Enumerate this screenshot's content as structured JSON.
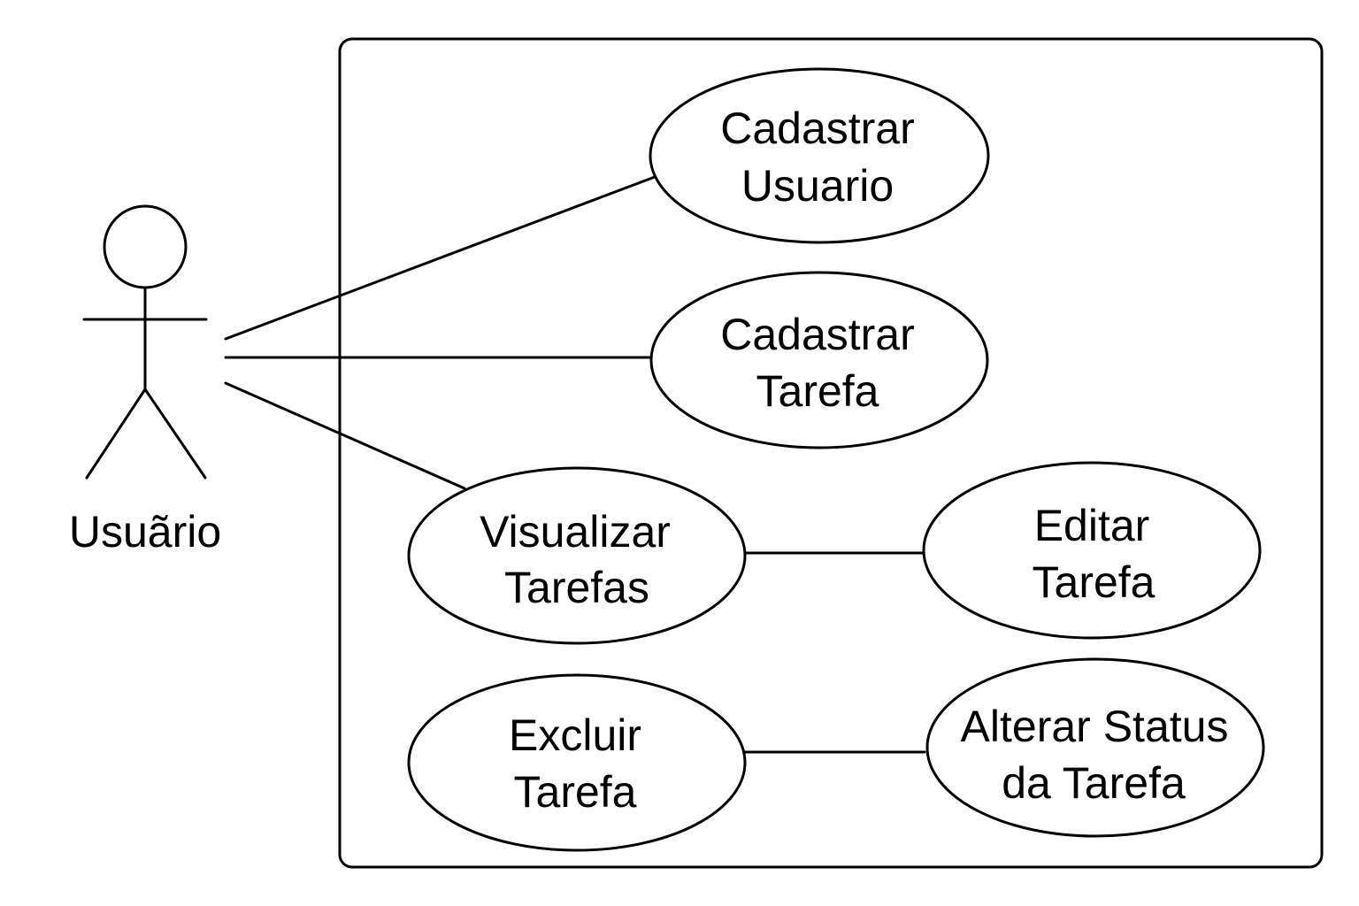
{
  "diagram": {
    "type": "uml-use-case",
    "actor": {
      "label": "Usuãrio"
    },
    "use_cases": [
      {
        "id": "cadastrar-usuario",
        "line1": "Cadastrar",
        "line2": "Usuario"
      },
      {
        "id": "cadastrar-tarefa",
        "line1": "Cadastrar",
        "line2": "Tarefa"
      },
      {
        "id": "visualizar-tarefas",
        "line1": "Visualizar",
        "line2": "Tarefas"
      },
      {
        "id": "editar-tarefa",
        "line1": "Editar",
        "line2": "Tarefa"
      },
      {
        "id": "excluir-tarefa",
        "line1": "Excluir",
        "line2": "Tarefa"
      },
      {
        "id": "alterar-status",
        "line1": "Alterar Status",
        "line2": "da Tarefa"
      }
    ],
    "associations": [
      {
        "from": "actor",
        "to": "cadastrar-usuario"
      },
      {
        "from": "actor",
        "to": "cadastrar-tarefa"
      },
      {
        "from": "actor",
        "to": "visualizar-tarefas"
      },
      {
        "from": "visualizar-tarefas",
        "to": "editar-tarefa"
      },
      {
        "from": "excluir-tarefa",
        "to": "alterar-status"
      }
    ],
    "colors": {
      "stroke": "#000000",
      "background": "#ffffff"
    }
  }
}
